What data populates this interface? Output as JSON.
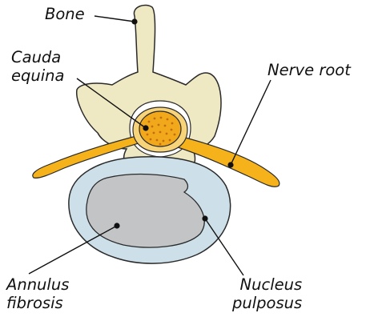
{
  "colors": {
    "bone_fill": "#efe9c3",
    "bone_stroke": "#2a2a2a",
    "nerve": "#f5b21b",
    "cauda_fill": "#f2a81b",
    "cauda_dots": "#c46d10",
    "annulus": "#cde0ea",
    "nucleus": "#c2c4c6",
    "leader": "#111111"
  },
  "labels": {
    "bone": "Bone",
    "cauda_line1": "Cauda",
    "cauda_line2": "equina",
    "nerve_root": "Nerve root",
    "annulus_line1": "Annulus",
    "annulus_line2": "fibrosis",
    "nucleus_line1": "Nucleus",
    "nucleus_line2": "pulposus"
  }
}
